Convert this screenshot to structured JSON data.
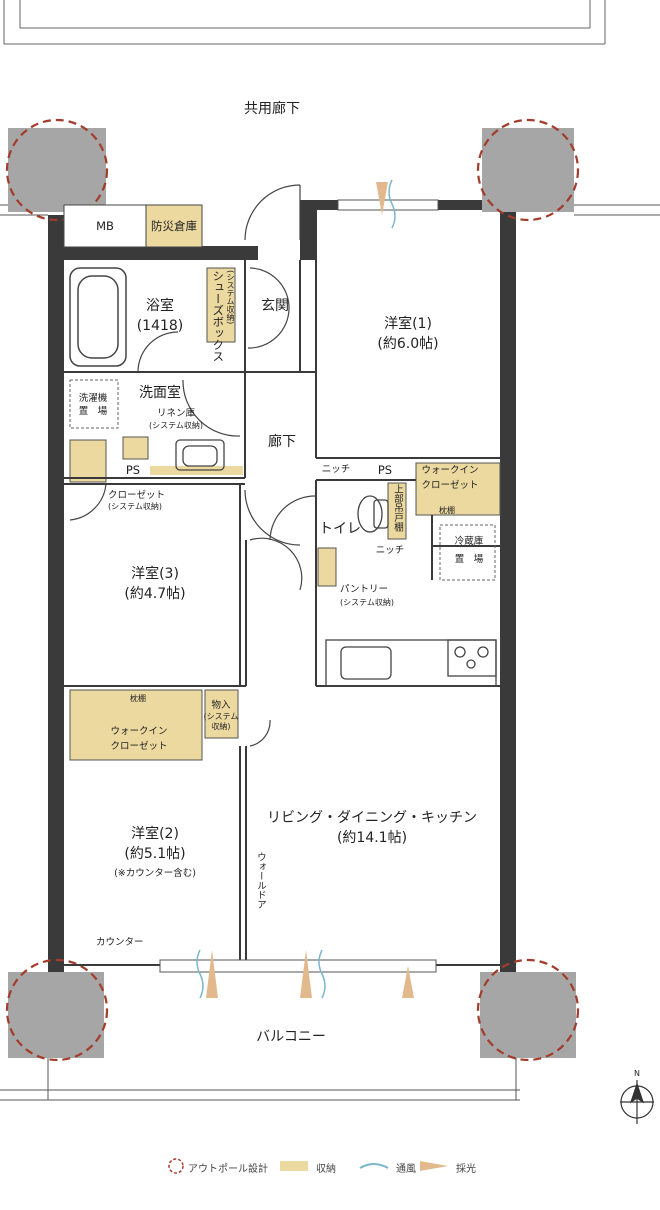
{
  "corridor_label": "共用廊下",
  "balcony_label": "バルコニー",
  "compass_label": "N",
  "rooms": {
    "bath": {
      "name": "浴室",
      "size": "(1418)"
    },
    "washroom": "洗面室",
    "washer": {
      "line1": "洗濯機",
      "line2": "置　場"
    },
    "linen": {
      "line1": "リネン庫",
      "line2": "(システム収納)"
    },
    "entrance": "玄関",
    "shoe_box": {
      "line1": "シューズボックス",
      "line2": "(システム収納)"
    },
    "hall": "廊下",
    "mb": "MB",
    "disaster_storage": "防災倉庫",
    "western1": {
      "name": "洋室(1)",
      "size": "(約6.0帖)"
    },
    "western2": {
      "name": "洋室(2)",
      "size": "(約5.1帖)",
      "note": "(※カウンター含む)"
    },
    "western3": {
      "name": "洋室(3)",
      "size": "(約4.7帖)"
    },
    "closet": {
      "line1": "クローゼット",
      "line2": "(システム収納)"
    },
    "wic1": {
      "line1": "ウォークイン",
      "line2": "クローゼット",
      "shelf": "枕棚"
    },
    "wic2": {
      "line1": "ウォークイン",
      "line2": "クローゼット",
      "shelf": "枕棚"
    },
    "storage": {
      "line1": "物入",
      "line2": "(システム",
      "line3": "収納)"
    },
    "toilet": "トイレ",
    "upper_cabinet": "上部吊戸棚",
    "niche1": "ニッチ",
    "niche2": "ニッチ",
    "ps1": "PS",
    "ps2": "PS",
    "fridge": {
      "line1": "冷蔵庫",
      "line2": "置　場"
    },
    "pantry": {
      "line1": "パントリー",
      "line2": "(システム収納)"
    },
    "ldk": {
      "name": "リビング・ダイニング・キッチン",
      "size": "(約14.1帖)"
    },
    "wall_door": "ウォールドア",
    "counter": "カウンター"
  },
  "legend": {
    "outpole": "アウトポール設計",
    "storage": "収納",
    "ventilation": "通風",
    "daylight": "採光"
  },
  "colors": {
    "storage": "#ecd9a0",
    "pillar": "#a6a6a6",
    "outpole": "#a23c2c",
    "wind": "#7ab6cc",
    "light": "#e2b98c",
    "wall": "#3a3a3a"
  }
}
